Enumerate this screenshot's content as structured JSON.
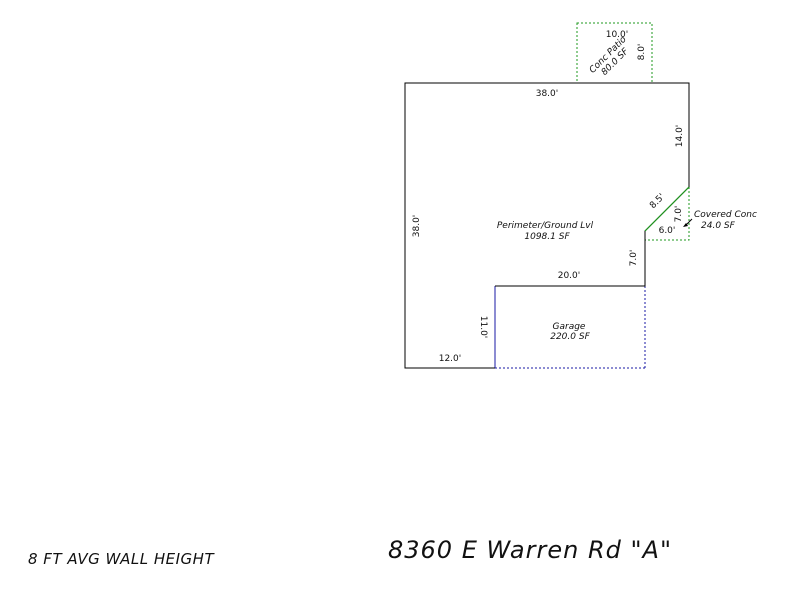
{
  "caption": {
    "wall_height": "8 FT AVG WALL HEIGHT",
    "address": "8360 E Warren Rd \"A\""
  },
  "areas": {
    "perimeter": {
      "name": "Perimeter/Ground Lvl",
      "area": "1098.1 SF"
    },
    "garage": {
      "name": "Garage",
      "area": "220.0 SF"
    },
    "patio": {
      "name": "Conc Patio",
      "area": "80.0 SF"
    },
    "covered": {
      "name": "Covered Conc",
      "area": "24.0 SF"
    }
  },
  "dimensions": {
    "top": "38.0'",
    "left": "38.0'",
    "right_upper": "14.0'",
    "diagonal": "8.5'",
    "covered_vertical": "7.0'",
    "covered_horizontal": "6.0'",
    "right_lower": "7.0'",
    "garage_top": "20.0'",
    "garage_left": "11.0'",
    "bottom_left": "12.0'",
    "patio_width": "10.0'",
    "patio_depth": "8.0'"
  },
  "colors": {
    "perimeter_line": "#000000",
    "garage_line": "#1a1aa6",
    "patio_line": "#1f9a1f",
    "covered_line": "#1f9a1f"
  }
}
